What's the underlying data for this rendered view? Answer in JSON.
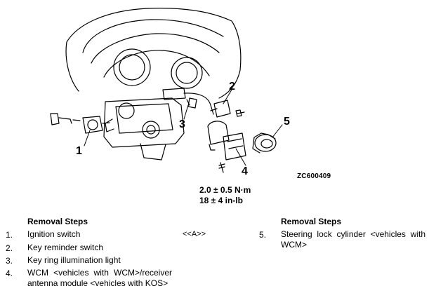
{
  "diagram": {
    "callouts": [
      "1",
      "2",
      "3",
      "4",
      "5"
    ],
    "figure_code": "ZC600409",
    "torque_metric": "2.0 ± 0.5 N·m",
    "torque_imperial": "18 ± 4 in-lb"
  },
  "removal": {
    "left_heading": "Removal Steps",
    "right_heading": "Removal Steps",
    "left_steps": [
      {
        "num": "1.",
        "text": "Ignition switch"
      },
      {
        "num": "2.",
        "text": "Key reminder switch"
      },
      {
        "num": "3.",
        "text": "Key ring illumination light"
      },
      {
        "num": "4.",
        "text": "WCM <vehicles with WCM>/receiver antenna module <vehicles with KOS>"
      }
    ],
    "note": "<<A>>",
    "right_steps": [
      {
        "num": "5.",
        "text": "Steering lock cylinder <vehicles with WCM>"
      }
    ]
  }
}
